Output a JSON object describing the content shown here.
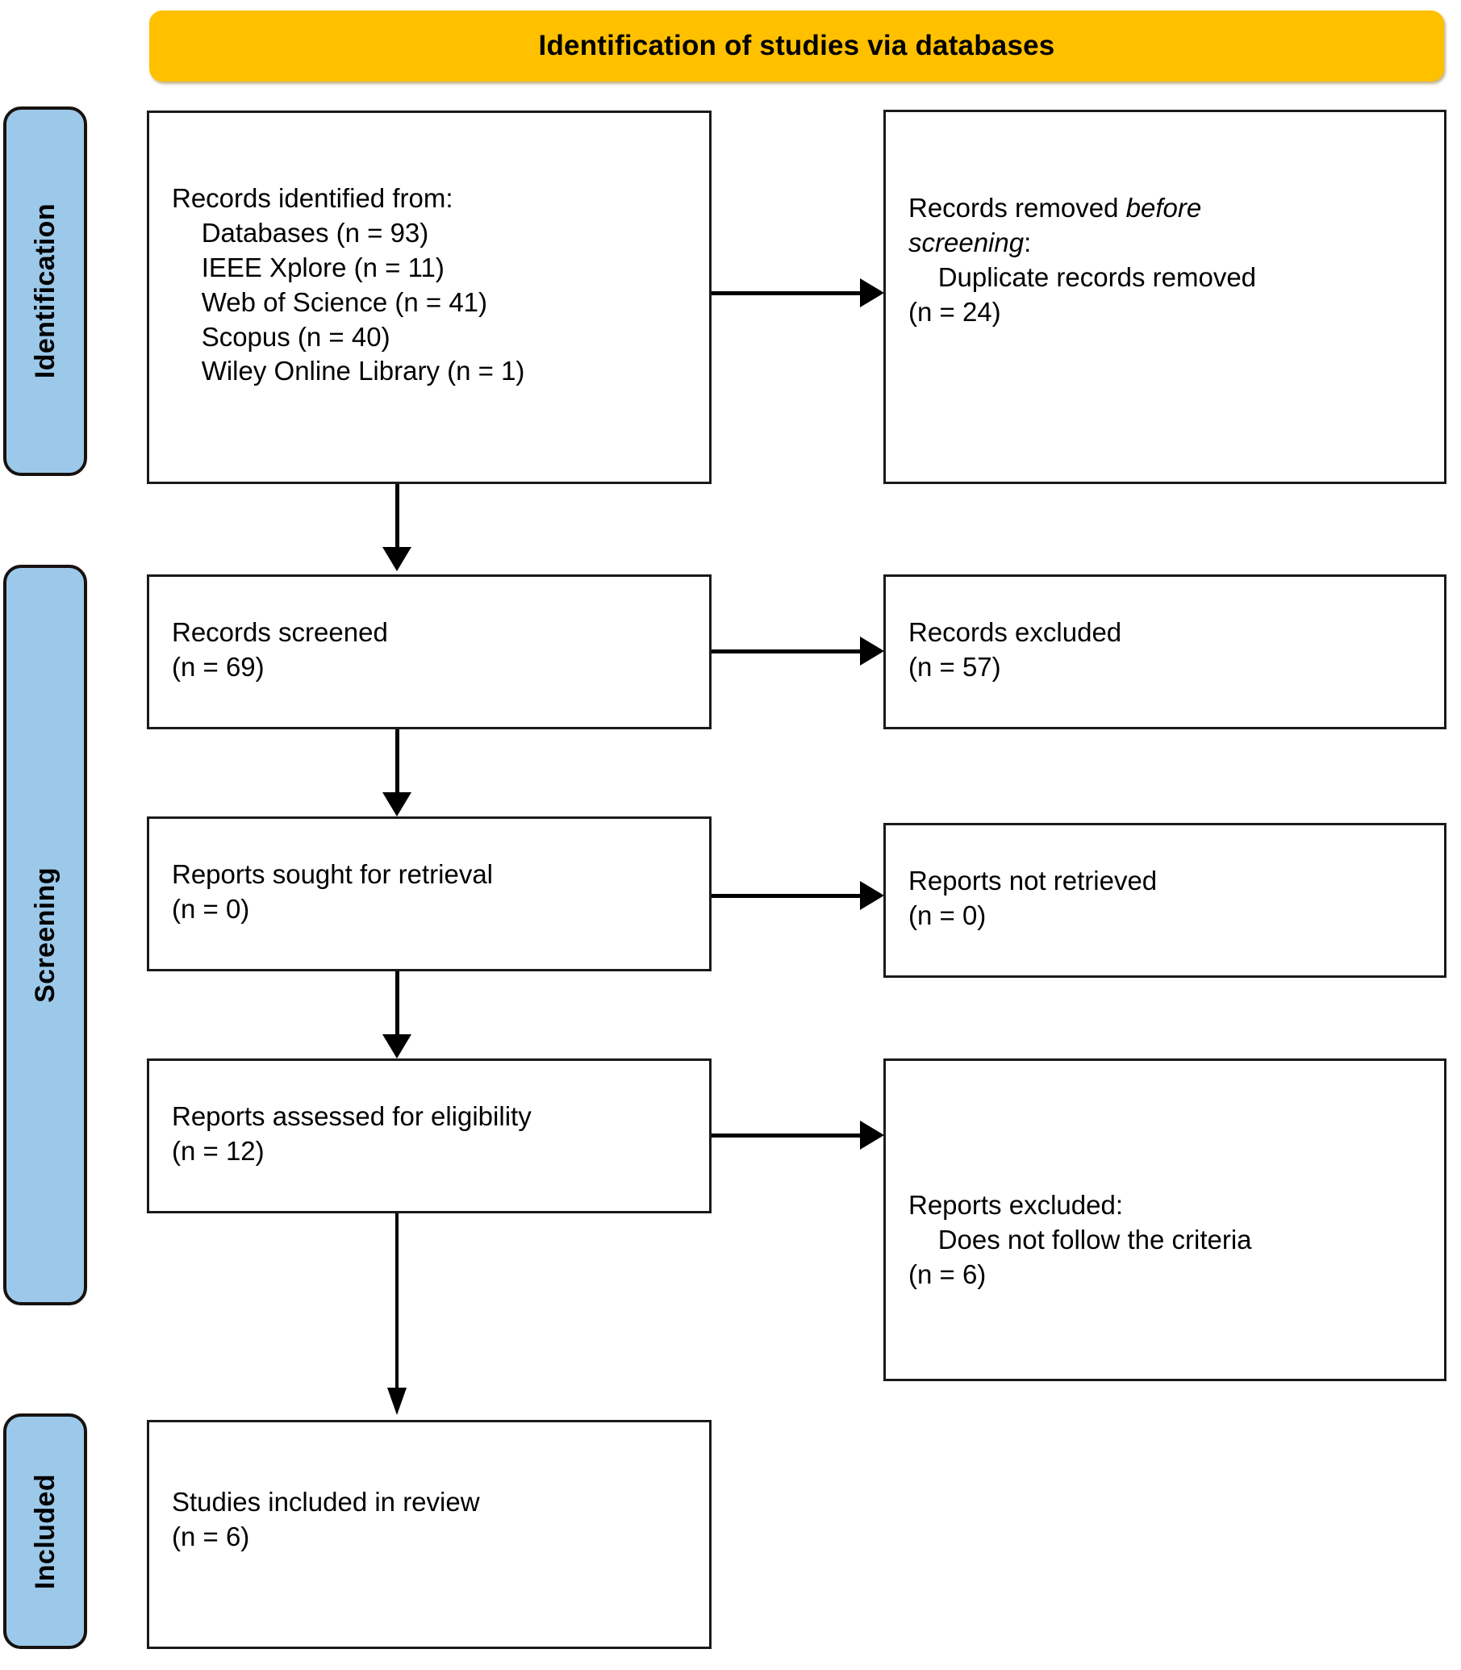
{
  "banner": {
    "title": "Identification of studies via databases"
  },
  "stages": [
    {
      "key": "identification",
      "label": "Identification"
    },
    {
      "key": "screening",
      "label": "Screening"
    },
    {
      "key": "included",
      "label": "Included"
    }
  ],
  "boxes": {
    "records_identified": {
      "name": "records-identified",
      "heading": "Records identified from:",
      "lines": [
        "    Databases (n = 93)",
        "    IEEE Xplore (n = 11)",
        "    Web of Science (n = 41)",
        "    Scopus (n = 40)",
        "    Wiley Online Library (n = 1)"
      ],
      "text": "Records identified from:\n    Databases (n = 93)\n    IEEE Xplore (n = 11)\n    Web of Science (n = 41)\n    Scopus (n = 40)\n    Wiley Online Library (n = 1)"
    },
    "records_removed": {
      "name": "records-removed-before-screening",
      "line1_plain": "Records removed ",
      "line1_italic": "before",
      "line2_italic": "screening",
      "line2_plain": ":",
      "rest": "\n    Duplicate records removed\n(n = 24)"
    },
    "records_screened": {
      "name": "records-screened",
      "text": "Records screened\n(n = 69)"
    },
    "records_excluded": {
      "name": "records-excluded",
      "text": "Records excluded\n(n = 57)"
    },
    "reports_sought": {
      "name": "reports-sought-for-retrieval",
      "text": "Reports sought for retrieval\n(n = 0)"
    },
    "reports_not_retrieved": {
      "name": "reports-not-retrieved",
      "text": "Reports not retrieved\n(n = 0)"
    },
    "reports_assessed": {
      "name": "reports-assessed-for-eligibility",
      "text": "Reports assessed for eligibility\n(n = 12)"
    },
    "reports_excluded": {
      "name": "reports-excluded",
      "text": "Reports excluded:\n    Does not follow the criteria\n(n = 6)"
    },
    "studies_included": {
      "name": "studies-included-in-review",
      "text": "Studies included in review\n(n = 6)"
    }
  },
  "colors": {
    "banner_fill": "#FFC000",
    "stage_fill": "#9CC9EA",
    "box_border": "#1a1a1a",
    "text": "#000000",
    "background": "#ffffff"
  },
  "chart_data": {
    "type": "diagram",
    "title": "Identification of studies via databases",
    "stages": [
      "Identification",
      "Screening",
      "Included"
    ],
    "nodes": [
      {
        "id": "records_identified",
        "stage": "Identification",
        "label": "Records identified from",
        "counts": {
          "Databases": 93,
          "IEEE Xplore": 11,
          "Web of Science": 41,
          "Scopus": 40,
          "Wiley Online Library": 1
        }
      },
      {
        "id": "records_removed",
        "stage": "Identification",
        "label": "Records removed before screening: Duplicate records removed",
        "n": 24
      },
      {
        "id": "records_screened",
        "stage": "Screening",
        "label": "Records screened",
        "n": 69
      },
      {
        "id": "records_excluded",
        "stage": "Screening",
        "label": "Records excluded",
        "n": 57
      },
      {
        "id": "reports_sought",
        "stage": "Screening",
        "label": "Reports sought for retrieval",
        "n": 0
      },
      {
        "id": "reports_not_retrieved",
        "stage": "Screening",
        "label": "Reports not retrieved",
        "n": 0
      },
      {
        "id": "reports_assessed",
        "stage": "Screening",
        "label": "Reports assessed for eligibility",
        "n": 12
      },
      {
        "id": "reports_excluded",
        "stage": "Screening",
        "label": "Reports excluded: Does not follow the criteria",
        "n": 6
      },
      {
        "id": "studies_included",
        "stage": "Included",
        "label": "Studies included in review",
        "n": 6
      }
    ],
    "edges": [
      {
        "from": "records_identified",
        "to": "records_removed",
        "direction": "right"
      },
      {
        "from": "records_identified",
        "to": "records_screened",
        "direction": "down"
      },
      {
        "from": "records_screened",
        "to": "records_excluded",
        "direction": "right"
      },
      {
        "from": "records_screened",
        "to": "reports_sought",
        "direction": "down"
      },
      {
        "from": "reports_sought",
        "to": "reports_not_retrieved",
        "direction": "right"
      },
      {
        "from": "reports_sought",
        "to": "reports_assessed",
        "direction": "down"
      },
      {
        "from": "reports_assessed",
        "to": "reports_excluded",
        "direction": "right"
      },
      {
        "from": "reports_assessed",
        "to": "studies_included",
        "direction": "down"
      }
    ]
  }
}
